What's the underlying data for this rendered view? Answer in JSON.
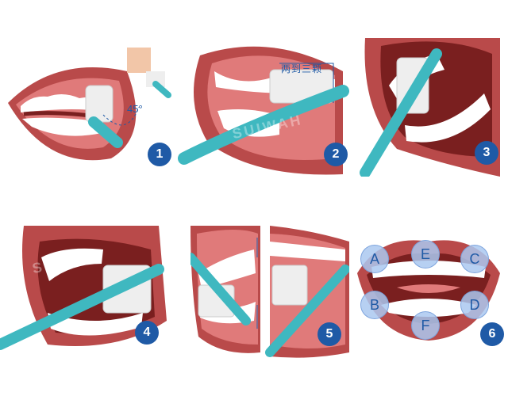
{
  "steps": [
    {
      "number": "1",
      "angle_label": "45°"
    },
    {
      "number": "2",
      "annotation": "两到三颗"
    },
    {
      "number": "3"
    },
    {
      "number": "4"
    },
    {
      "number": "5"
    },
    {
      "number": "6",
      "zones": [
        "A",
        "E",
        "C",
        "B",
        "F",
        "D"
      ]
    }
  ],
  "watermark": "SUIWAH",
  "colors": {
    "lip": "#b94a4a",
    "gum": "#e07a7a",
    "tooth": "#ffffff",
    "brush": "#3fb8c0",
    "badge": "#1f5aa6"
  }
}
